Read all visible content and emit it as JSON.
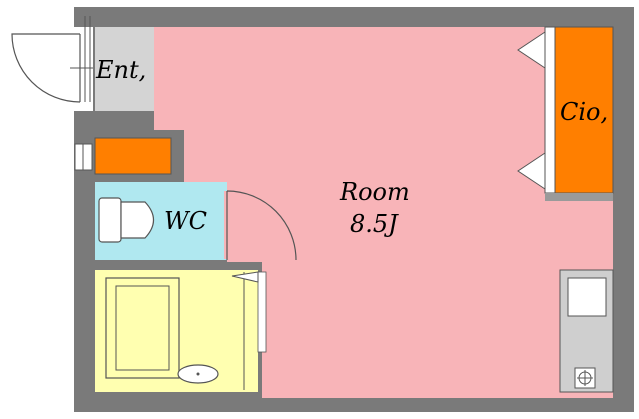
{
  "rooms": {
    "entrance": {
      "label": "Ent,"
    },
    "closet": {
      "label": "Cio,"
    },
    "wc": {
      "label": "WC"
    },
    "main": {
      "label": "Room",
      "size": "8.5J"
    }
  },
  "colors": {
    "wall": "#7a7a7a",
    "room": "#f8b4b8",
    "entrance": "#d4d4d4",
    "storage": "#ff7f00",
    "wc": "#b0e8f0",
    "bath": "#ffffb0",
    "kitchen": "#cfcfcf"
  }
}
